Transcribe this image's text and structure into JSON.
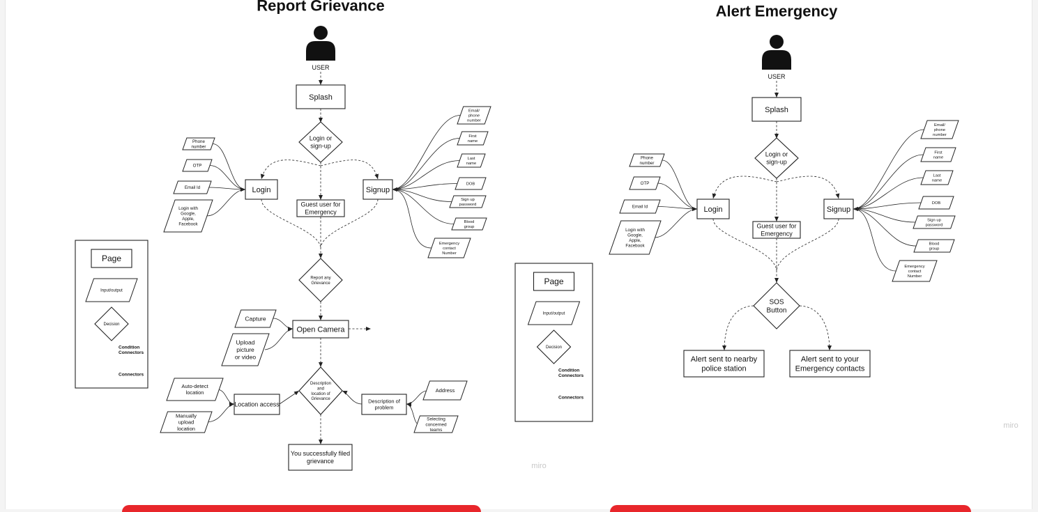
{
  "left": {
    "title": "Report Grievance",
    "user": "USER",
    "splash": "Splash",
    "decision": [
      "Login or",
      "sign-up"
    ],
    "login": "Login",
    "signup": "Signup",
    "guest": [
      "Guest user for",
      "Emergency"
    ],
    "login_inputs": [
      [
        "Phone",
        "number"
      ],
      [
        "OTP"
      ],
      [
        "Email Id"
      ],
      [
        "Login with",
        "Google,",
        "Apple,",
        "Facebook"
      ]
    ],
    "signup_inputs": [
      [
        "Email/",
        "phone",
        "number"
      ],
      [
        "First",
        "name"
      ],
      [
        "Last",
        "name"
      ],
      [
        "DOB"
      ],
      [
        "Sign up",
        "password"
      ],
      [
        "Blood",
        "group"
      ],
      [
        "Emergency",
        "contact",
        "Number"
      ]
    ],
    "report_decision": [
      "Report any",
      "Grievance"
    ],
    "open_camera": "Open Camera",
    "camera_inputs": [
      [
        "Capture"
      ],
      [
        "Upload",
        "picture",
        "or video"
      ]
    ],
    "description_decision": [
      "Description",
      "and",
      "location of",
      "Grievance"
    ],
    "location_access": "Location access",
    "location_inputs": [
      [
        "Auto-detect",
        "location"
      ],
      [
        "Manually",
        "upload",
        "location"
      ]
    ],
    "description_problem": [
      "Description of",
      "problem"
    ],
    "problem_inputs": [
      [
        "Address"
      ],
      [
        "Selecting",
        "concerned",
        "teams"
      ]
    ],
    "success": [
      "You successfully filed",
      "grievance"
    ],
    "watermark": "miro"
  },
  "right": {
    "title": "Alert Emergency",
    "user": "USER",
    "splash": "Splash",
    "decision": [
      "Login or",
      "sign-up"
    ],
    "login": "Login",
    "signup": "Signup",
    "guest": [
      "Guest user for",
      "Emergency"
    ],
    "login_inputs": [
      [
        "Phone",
        "number"
      ],
      [
        "OTP"
      ],
      [
        "Email Id"
      ],
      [
        "Login with",
        "Google,",
        "Apple,",
        "Facebook"
      ]
    ],
    "signup_inputs": [
      [
        "Email/",
        "phone",
        "number"
      ],
      [
        "First",
        "name"
      ],
      [
        "Last",
        "name"
      ],
      [
        "DOB"
      ],
      [
        "Sign up",
        "password"
      ],
      [
        "Blood",
        "group"
      ],
      [
        "Emergency",
        "contact",
        "Number"
      ]
    ],
    "sos": [
      "SOS",
      "Button"
    ],
    "alert_police": [
      "Alert sent to nearby",
      "police station"
    ],
    "alert_contacts": [
      "Alert sent to your",
      "Emergency contacts"
    ],
    "watermark": "miro"
  },
  "legend_left": {
    "page": "Page",
    "io": "Input/output",
    "decision": "Decision",
    "condition": [
      "Condition",
      "Connectors"
    ],
    "connectors": "Connectors"
  },
  "legend_right": {
    "page": "Page",
    "io": "Input/output",
    "decision": "Decision",
    "condition": [
      "Condition",
      "Connectors"
    ],
    "connectors": "Connectors"
  },
  "colors": {
    "bar": "#e8262b",
    "stroke": "#222222"
  }
}
